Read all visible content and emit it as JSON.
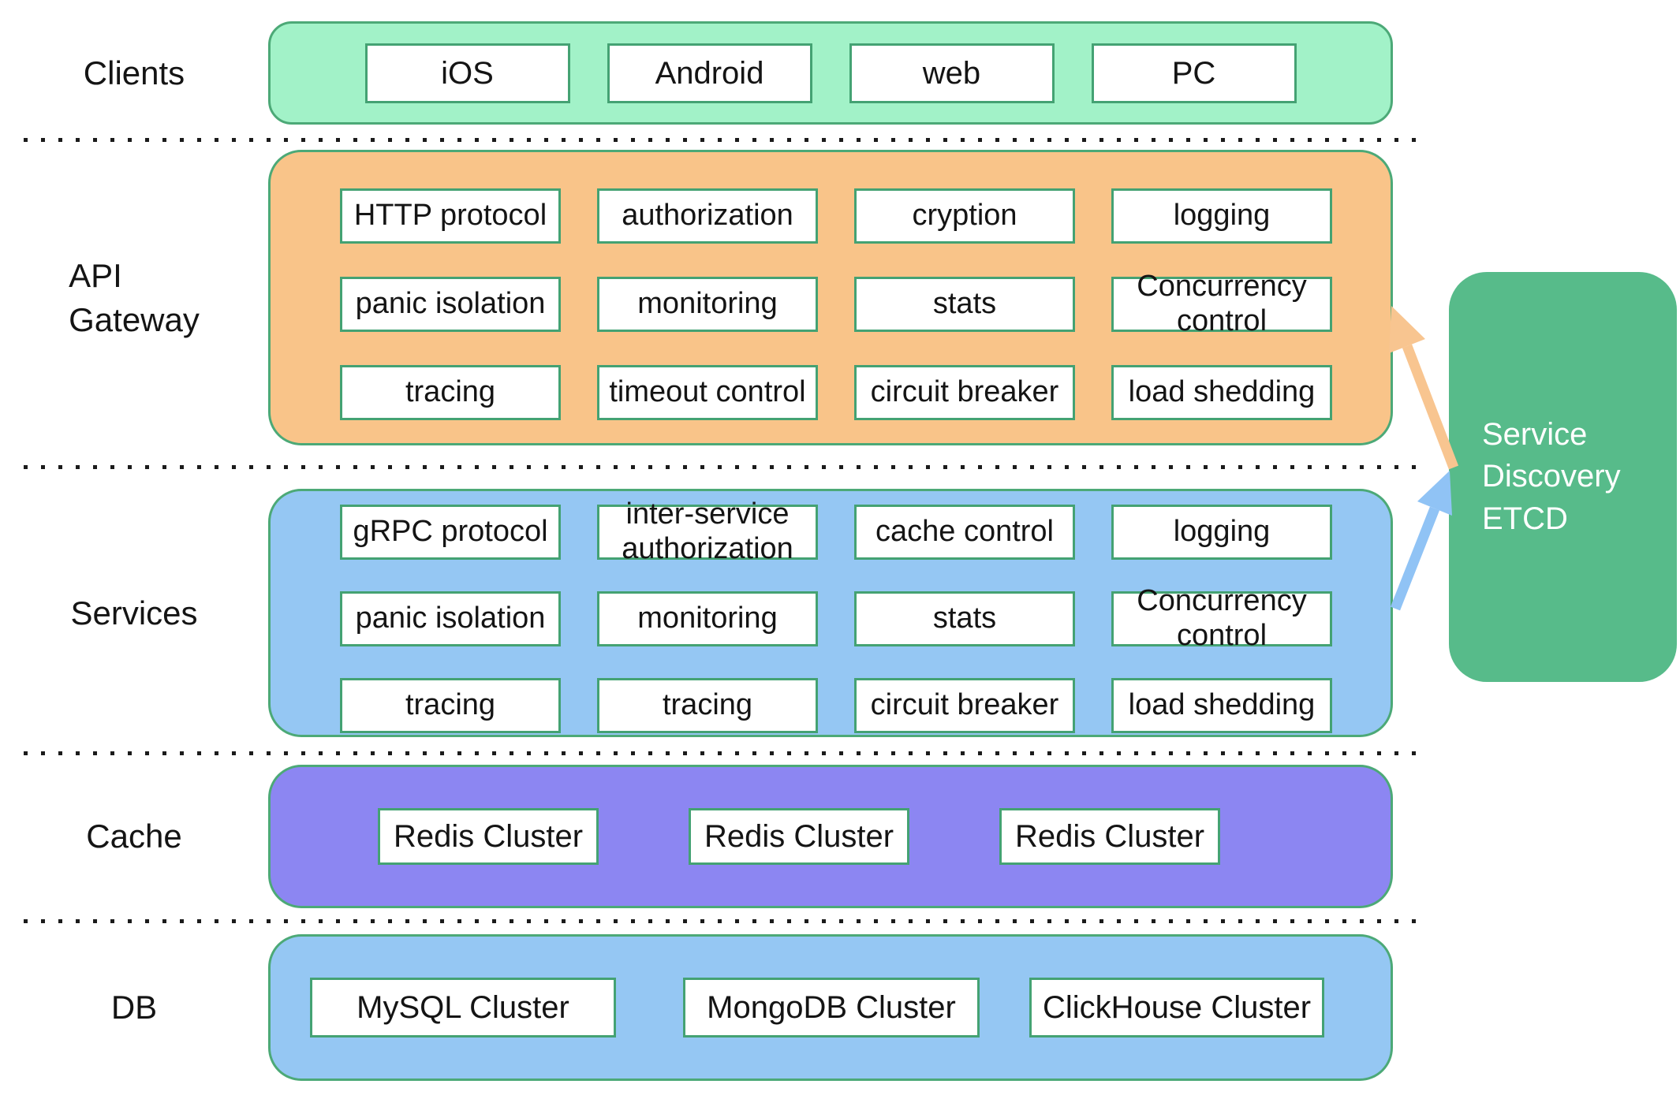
{
  "labels": {
    "clients": "Clients",
    "api_gateway": "API\nGateway",
    "services": "Services",
    "cache": "Cache",
    "db": "DB"
  },
  "clients_band": {
    "items": [
      "iOS",
      "Android",
      "web",
      "PC"
    ]
  },
  "api_gateway_band": {
    "rows": [
      [
        "HTTP protocol",
        "authorization",
        "cryption",
        "logging"
      ],
      [
        "panic isolation",
        "monitoring",
        "stats",
        "Concurrency\ncontrol"
      ],
      [
        "tracing",
        "timeout control",
        "circuit breaker",
        "load shedding"
      ]
    ]
  },
  "services_band": {
    "rows": [
      [
        "gRPC protocol",
        "inter-service\nauthorization",
        "cache control",
        "logging"
      ],
      [
        "panic isolation",
        "monitoring",
        "stats",
        "Concurrency\ncontrol"
      ],
      [
        "tracing",
        "tracing",
        "circuit breaker",
        "load shedding"
      ]
    ]
  },
  "cache_band": {
    "items": [
      "Redis Cluster",
      "Redis Cluster",
      "Redis Cluster"
    ]
  },
  "db_band": {
    "items": [
      "MySQL Cluster",
      "MongoDB Cluster",
      "ClickHouse Cluster"
    ]
  },
  "service_discovery": {
    "label": "Service\nDiscovery\nETCD"
  },
  "colors": {
    "clients_band": "#A2F2C8",
    "api_gateway_band": "#F9C489",
    "services_band": "#95C7F3",
    "cache_band": "#8C86F2",
    "db_band": "#95C7F3",
    "service_discovery_box": "#57BB8A",
    "band_border_green": "#4CA977",
    "box_border_green": "#44A273",
    "arrow_orange": "#F8C590",
    "arrow_blue": "#90C3F5",
    "dotted_line": "#1b1b1b",
    "text": "#141414",
    "service_discovery_text": "#ffffff"
  }
}
